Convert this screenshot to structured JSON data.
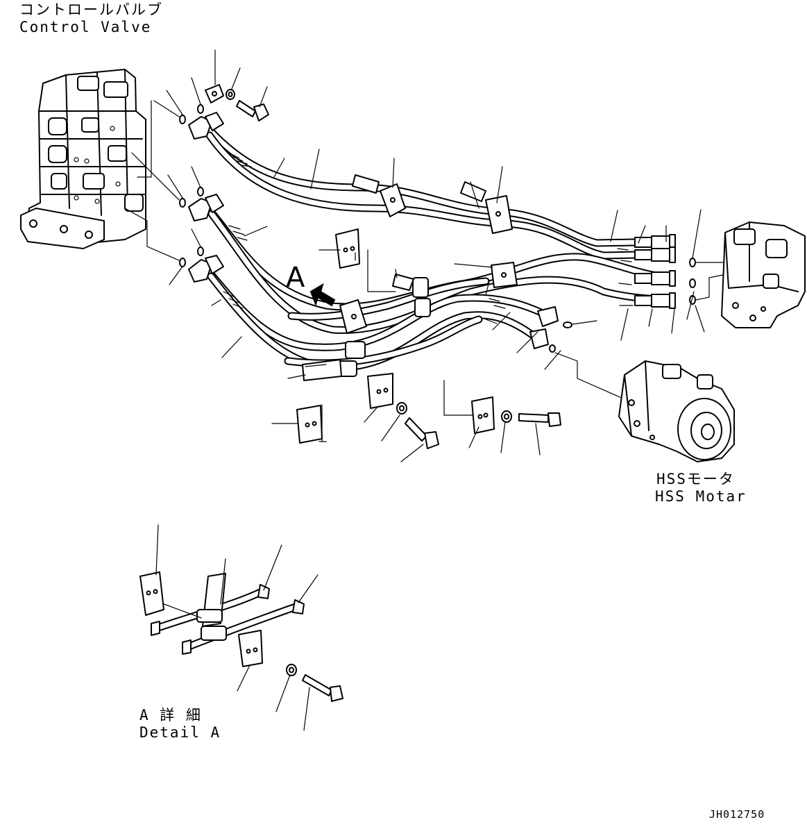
{
  "labels": {
    "control_valve_jp": "コントロールバルブ",
    "control_valve_en": "Control Valve",
    "hss_motor_jp": "HSSモータ",
    "hss_motor_en": "HSS Motar",
    "detail_callout": "A",
    "detail_jp": "A 詳 細",
    "detail_en": "Detail A",
    "drawing_number": "JH012750"
  }
}
